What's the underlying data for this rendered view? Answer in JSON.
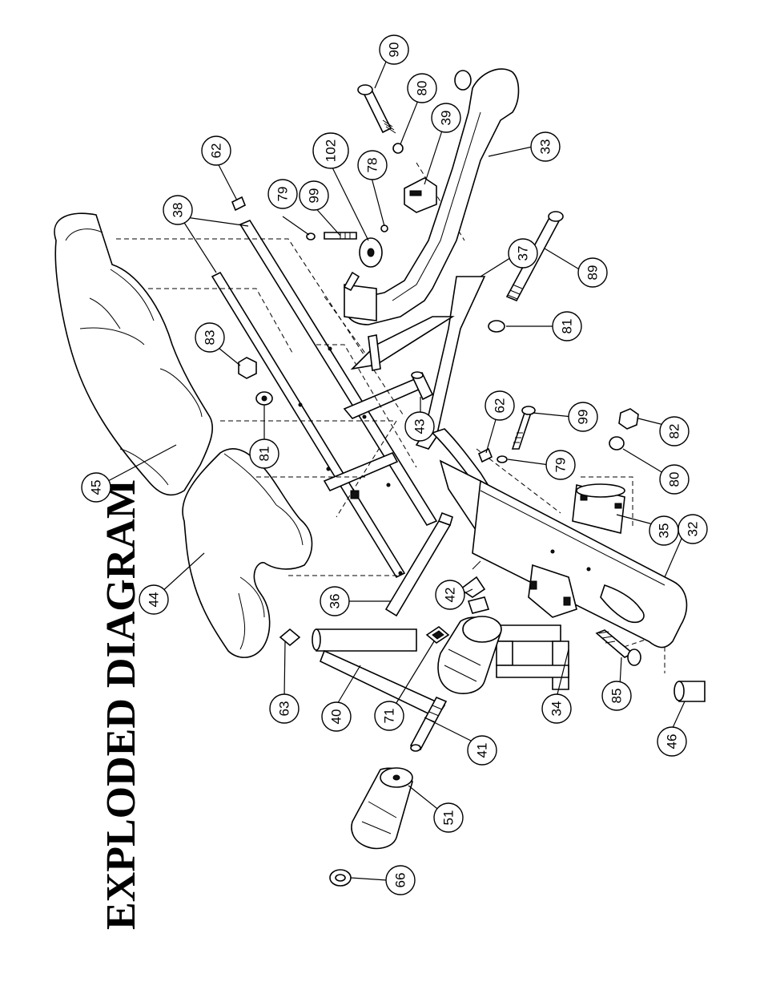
{
  "title": "EXPLODED DIAGRAM",
  "callouts": [
    {
      "id": "c90",
      "label": "90"
    },
    {
      "id": "c80a",
      "label": "80"
    },
    {
      "id": "c39",
      "label": "39"
    },
    {
      "id": "c33",
      "label": "33"
    },
    {
      "id": "c62a",
      "label": "62"
    },
    {
      "id": "c102",
      "label": "102"
    },
    {
      "id": "c78",
      "label": "78"
    },
    {
      "id": "c99a",
      "label": "99"
    },
    {
      "id": "c79a",
      "label": "79"
    },
    {
      "id": "c38",
      "label": "38"
    },
    {
      "id": "c37",
      "label": "37"
    },
    {
      "id": "c89",
      "label": "89"
    },
    {
      "id": "c83",
      "label": "83"
    },
    {
      "id": "c81a",
      "label": "81"
    },
    {
      "id": "c81b",
      "label": "81"
    },
    {
      "id": "c43",
      "label": "43"
    },
    {
      "id": "c62b",
      "label": "62"
    },
    {
      "id": "c99b",
      "label": "99"
    },
    {
      "id": "c79b",
      "label": "79"
    },
    {
      "id": "c45",
      "label": "45"
    },
    {
      "id": "c82",
      "label": "82"
    },
    {
      "id": "c80b",
      "label": "80"
    },
    {
      "id": "c35",
      "label": "35"
    },
    {
      "id": "c32",
      "label": "32"
    },
    {
      "id": "c44",
      "label": "44"
    },
    {
      "id": "c36",
      "label": "36"
    },
    {
      "id": "c42",
      "label": "42"
    },
    {
      "id": "c63",
      "label": "63"
    },
    {
      "id": "c40",
      "label": "40"
    },
    {
      "id": "c71",
      "label": "71"
    },
    {
      "id": "c34",
      "label": "34"
    },
    {
      "id": "c85",
      "label": "85"
    },
    {
      "id": "c46",
      "label": "46"
    },
    {
      "id": "c41",
      "label": "41"
    },
    {
      "id": "c51",
      "label": "51"
    },
    {
      "id": "c66",
      "label": "66"
    }
  ]
}
